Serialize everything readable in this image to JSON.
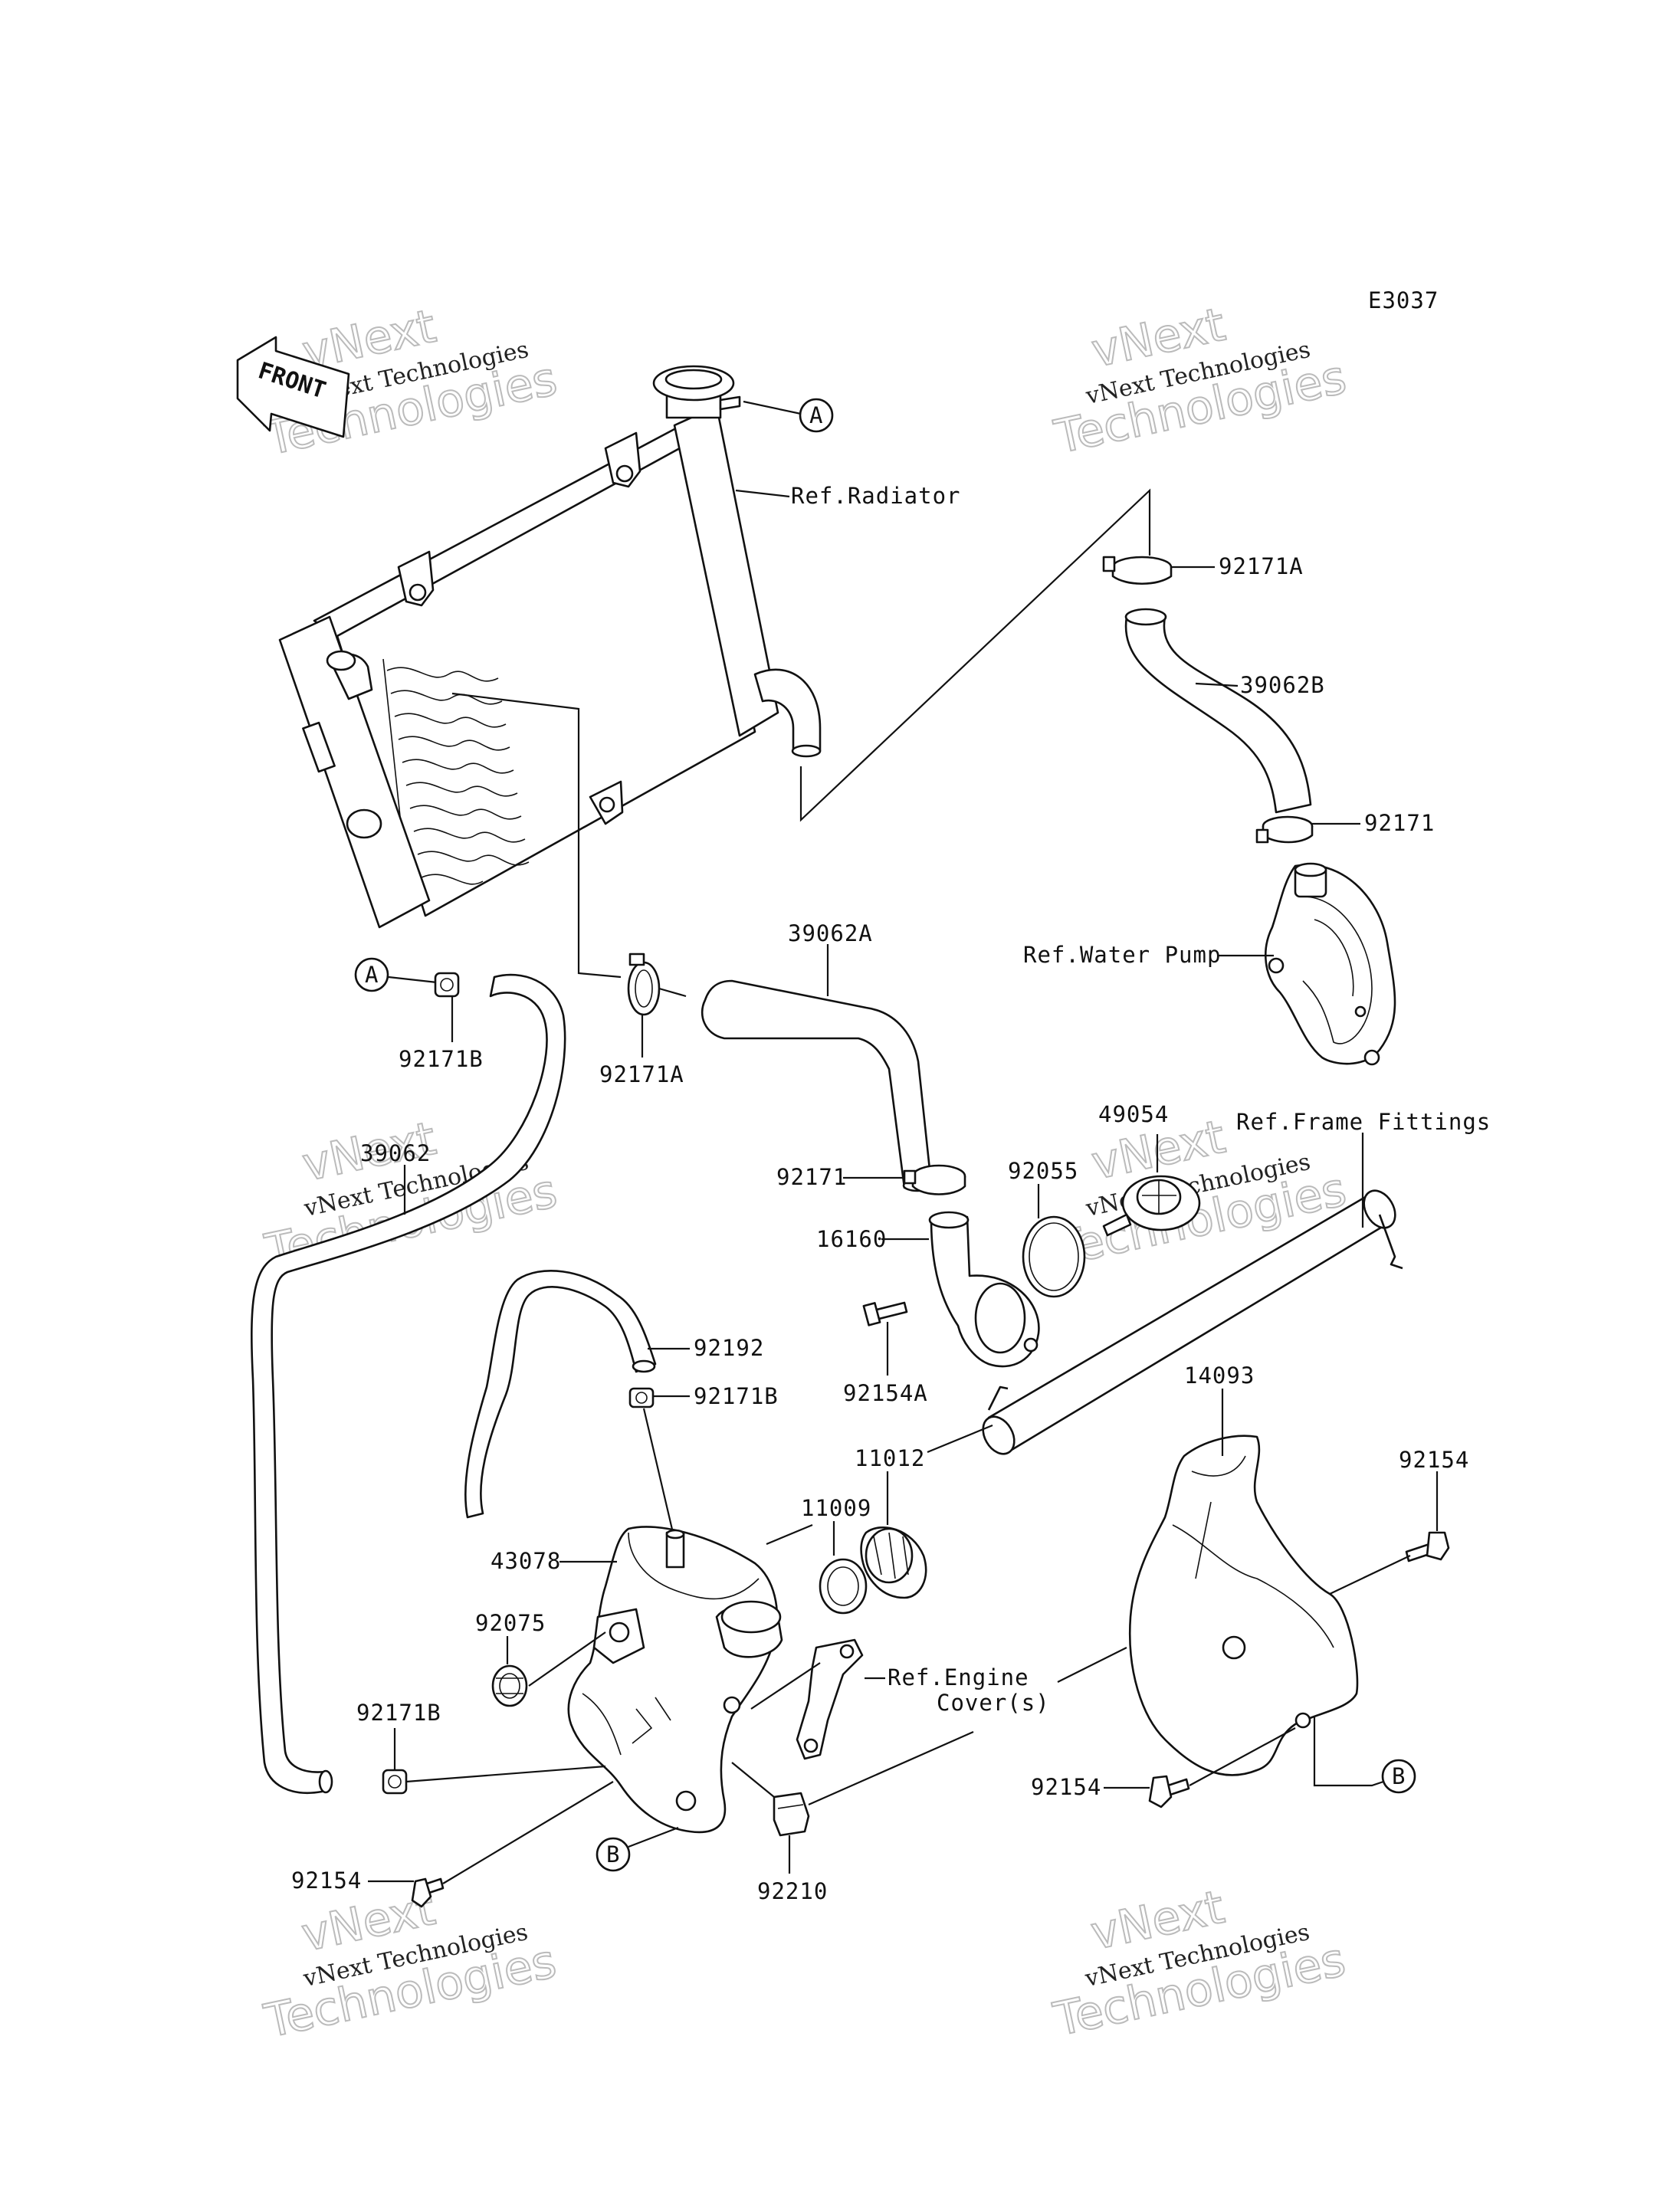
{
  "diagram_code": "E3037",
  "front_label": "FRONT",
  "watermark": {
    "line1": "vNext Technologies",
    "line2": "vNext",
    "line3": "Technologies"
  },
  "callouts": {
    "a": "A",
    "b": "B"
  },
  "labels": {
    "ref_radiator": "Ref.Radiator",
    "p92171A_top": "92171A",
    "p39062B": "39062B",
    "p92171_right": "92171",
    "ref_water_pump": "Ref.Water Pump",
    "p39062A": "39062A",
    "p92171B_left": "92171B",
    "p92171A_mid": "92171A",
    "p39062": "39062",
    "p49054": "49054",
    "ref_frame_fittings": "Ref.Frame Fittings",
    "p92055": "92055",
    "p92171_mid": "92171",
    "p16160": "16160",
    "p92154A": "92154A",
    "p92192": "92192",
    "p92171B_mid": "92171B",
    "p14093": "14093",
    "p92154_right": "92154",
    "p11012": "11012",
    "p11009": "11009",
    "p43078": "43078",
    "p92075": "92075",
    "ref_engine_cover_1": "Ref.Engine",
    "ref_engine_cover_2": "Cover(s)",
    "p92171B_low": "92171B",
    "p92154_low_right": "92154",
    "p92210": "92210",
    "p92154_low_left": "92154"
  }
}
